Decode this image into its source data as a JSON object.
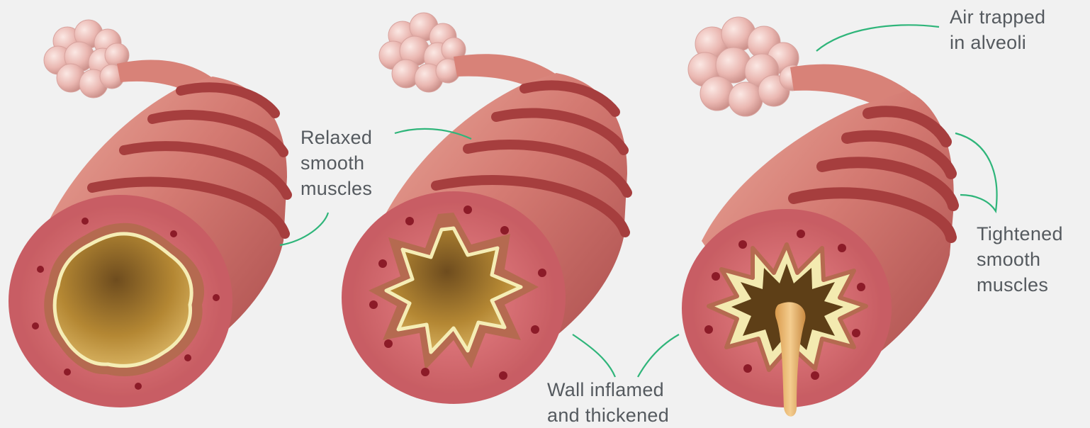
{
  "labels": {
    "relaxed": [
      "Relaxed",
      "smooth",
      "muscles"
    ],
    "alveoli": [
      "Air trapped",
      "in alveoli"
    ],
    "tightened": [
      "Tightened",
      "smooth",
      "muscles"
    ],
    "inflamed": [
      "Wall inflamed",
      "and thickened"
    ]
  },
  "colors": {
    "background": "#f1f1f1",
    "leader_line": "#2fb57a",
    "label_text": "#555a5f",
    "airway_wall": "#c65a5a",
    "muscle_band": "#a83c3c",
    "mucosa": "#e6767a",
    "lumen": "#b88a3c",
    "lining": "#f3ebb0",
    "alveoli": "#e9b7b3",
    "mucus": "#e6b26a"
  }
}
